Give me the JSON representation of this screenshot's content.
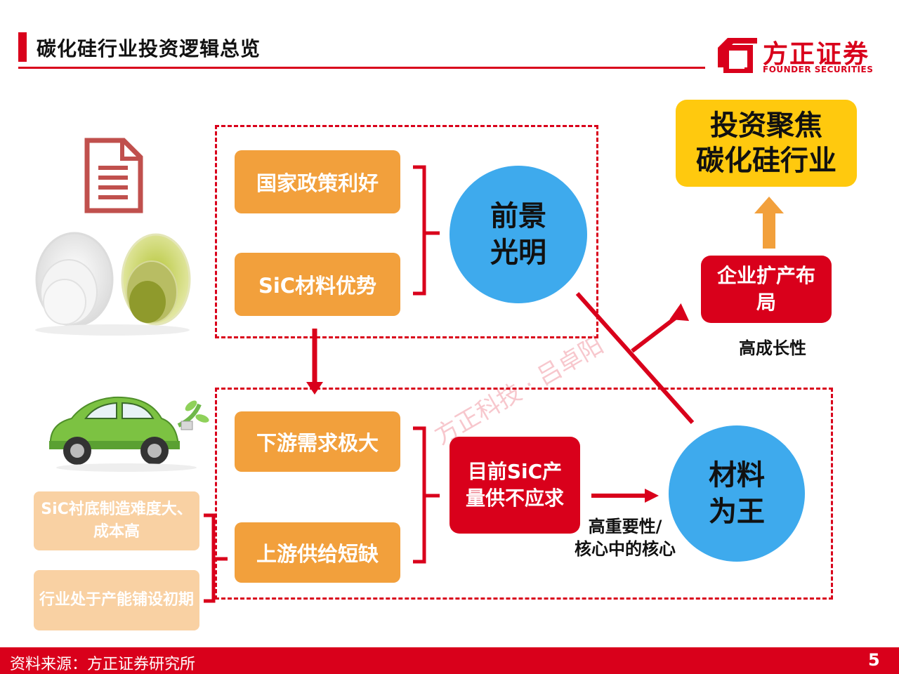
{
  "header": {
    "title": "碳化硅行业投资逻辑总览",
    "logo_cn": "方正证券",
    "logo_en": "FOUNDER SECURITIES"
  },
  "boxes": {
    "policy": "国家政策利好",
    "material_advantage": "SiC材料优势",
    "downstream_demand": "下游需求极大",
    "upstream_shortage": "上游供给短缺",
    "substrate_difficulty": "SiC衬底制造难度大、成本高",
    "capacity_early": "行业处于产能铺设初期",
    "supply_gap": "目前SiC产量供不应求",
    "expansion": "企业扩产布局",
    "focus_line1": "投资聚焦",
    "focus_line2": "碳化硅行业"
  },
  "circles": {
    "prospect_line1": "前景",
    "prospect_line2": "光明",
    "material_line1": "材料",
    "material_line2": "为王"
  },
  "labels": {
    "high_growth": "高成长性",
    "importance_line1": "高重要性/",
    "importance_line2": "核心中的核心"
  },
  "watermark": "方正科技 · 吕卓阳",
  "footer": {
    "source": "资料来源：方正证券研究所",
    "page": "5"
  },
  "colors": {
    "accent_red": "#d9001b",
    "orange": "#f2a03c",
    "light_orange": "#f9d1a3",
    "blue": "#3eaaed",
    "yellow": "#ffc90e"
  }
}
